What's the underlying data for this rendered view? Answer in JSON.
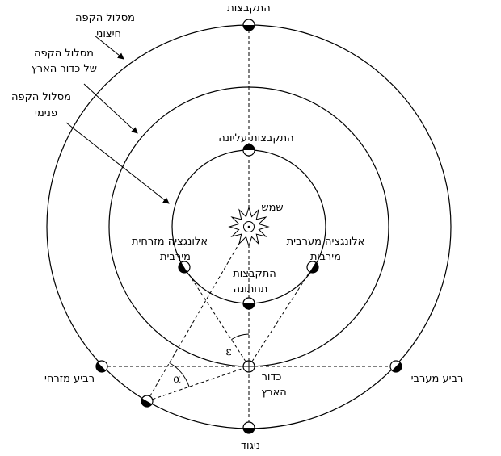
{
  "labels": {
    "outer_orbit_line1": "מסלול הקפה",
    "outer_orbit_line2": "חיצוני",
    "earth_orbit_line1": "מסלול הקפה",
    "earth_orbit_line2": "של כדור הארץ",
    "inner_orbit_line1": "מסלול הקפה",
    "inner_orbit_line2": "פנימי",
    "conjunction": "התקבצות",
    "superior_conjunction": "התקבצות עליונה",
    "sun": "שמש",
    "east_elongation_line1": "אלונגציה מזרחית",
    "east_elongation_line2": "מירבית",
    "west_elongation_line1": "אלונגציה מערבית",
    "west_elongation_line2": "מירבית",
    "inferior_conjunction_line1": "התקבצות",
    "inferior_conjunction_line2": "תחתונה",
    "east_quadrature": "רביע מזרחי",
    "west_quadrature": "רביע מערבי",
    "earth_line1": "כדור",
    "earth_line2": "הארץ",
    "opposition": "ניגוד",
    "epsilon": "ε",
    "alpha": "α"
  }
}
